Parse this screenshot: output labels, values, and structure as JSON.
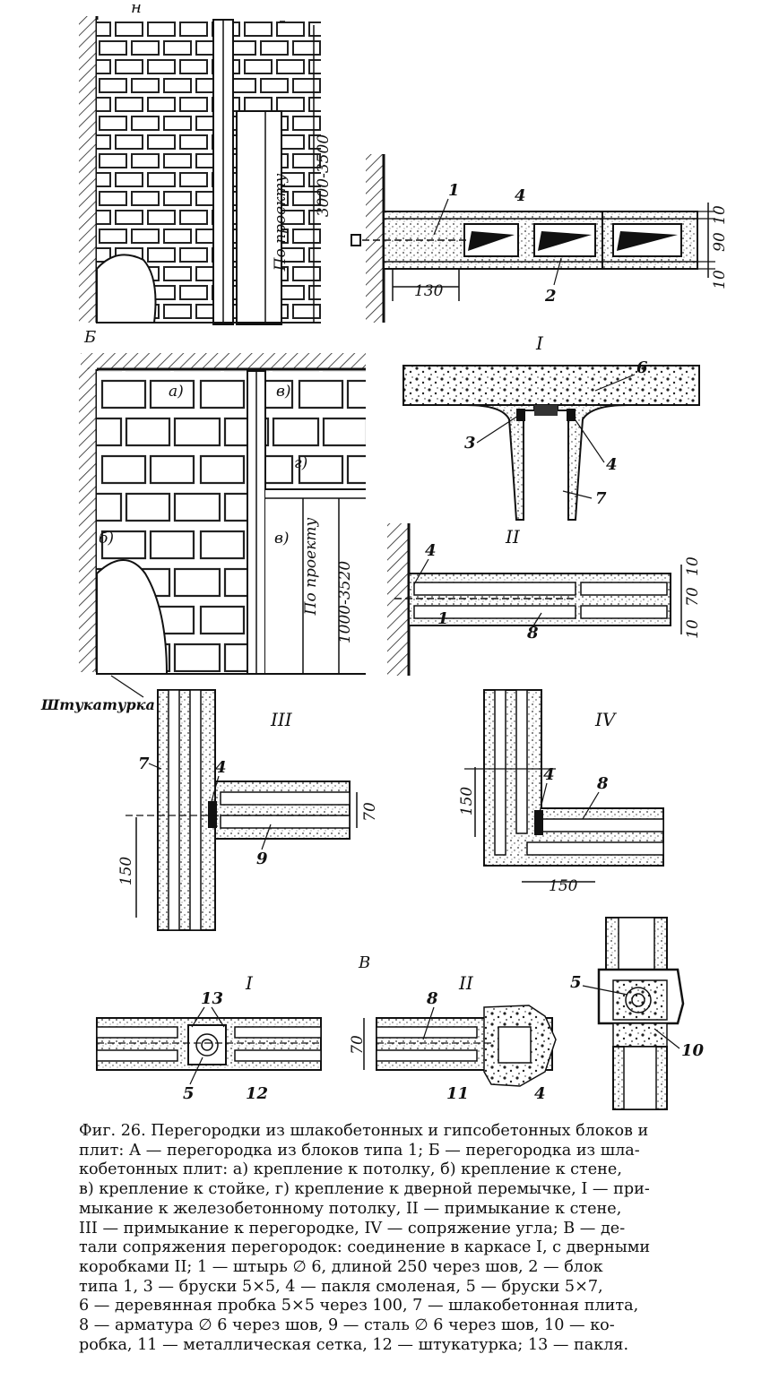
{
  "figure": {
    "labels": {
      "panel_a": "н",
      "panel_b": "Б",
      "panel_v": "В",
      "detail_1": "I",
      "detail_2": "II",
      "detail_3": "III",
      "detail_4": "IV",
      "joint_1": "I",
      "joint_2": "II",
      "sub_a": "а)",
      "sub_b": "б)",
      "sub_v_top": "в)",
      "sub_g": "г)",
      "sub_v_mid": "в)",
      "plaster": "Штукатурка"
    },
    "dimensions": {
      "height_a": "3000-3500",
      "by_project_a": "По проекту",
      "height_b": "1000-3520",
      "by_project_b": "По проекту",
      "d_130": "130",
      "d_10_top": "10",
      "d_90": "90",
      "d_10_bottom": "10",
      "d_10_ii_top": "10",
      "d_70_ii": "70",
      "d_10_ii_bottom": "10",
      "d_150_iii": "150",
      "d_70_iii": "70",
      "d_150_iv_vert": "150",
      "d_150_iv_horiz": "150",
      "d_70_joint": "70"
    },
    "callouts": {
      "c1_top": "1",
      "c4_top": "4",
      "c2_top": "2",
      "c6": "6",
      "c3": "3",
      "c4_i": "4",
      "c7_i": "7",
      "c4_ii": "4",
      "c1_ii": "1",
      "c8_ii": "8",
      "c7_iii": "7",
      "c4_iii": "4",
      "c9": "9",
      "c4_iv": "4",
      "c8_iv": "8",
      "c13": "13",
      "c5_j1": "5",
      "c12": "12",
      "c8_j2": "8",
      "c11": "11",
      "c4_j2": "4",
      "c5_door": "5",
      "c10": "10"
    }
  },
  "caption": {
    "lines": [
      "Фиг. 26. Перегородки из шлакобетонных и гипсобетонных блоков и",
      "плит: А — перегородка из блоков типа 1; Б — перегородка из шла-",
      "кобетонных плит: а) крепление к потолку, б) крепление к стене,",
      "в) крепление к стойке, г) крепление к дверной перемычке, I — при-",
      "мыкание к железобетонному потолку, II — примыкание к стене,",
      "III — примыкание к перегородке, IV — сопряжение угла; В — де-",
      "тали сопряжения перегородок: соединение в каркасе I, с дверными",
      "коробками II; 1 — штырь ∅ 6, длиной 250 через шов, 2 — блок",
      "типа 1, 3 — бруски 5×5, 4 — пакля смоленая, 5 — бруски 5×7,",
      "6 — деревянная пробка 5×5 через 100, 7 — шлакобетонная плита,",
      "8 — арматура ∅ 6 через шов, 9 — сталь ∅ 6 через шов, 10 — ко-",
      "робка, 11 — металлическая сетка, 12 — штукатурка; 13 — пакля."
    ]
  }
}
